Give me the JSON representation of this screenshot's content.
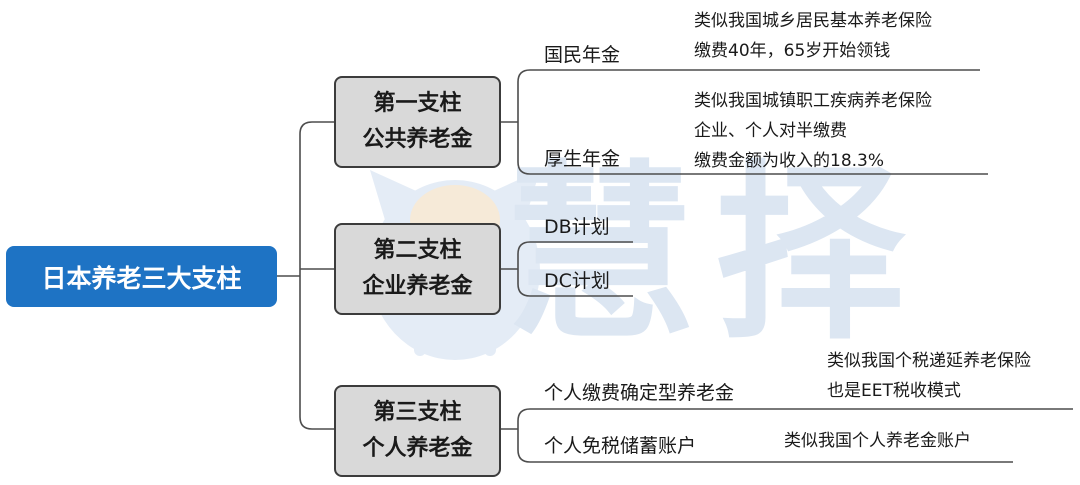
{
  "root": {
    "label": "日本养老三大支柱"
  },
  "pillars": [
    {
      "line1": "第一支柱",
      "line2": "公共养老金"
    },
    {
      "line1": "第二支柱",
      "line2": "企业养老金"
    },
    {
      "line1": "第三支柱",
      "line2": "个人养老金"
    }
  ],
  "leaves": {
    "national_pension": "国民年金",
    "welfare_pension": "厚生年金",
    "db_plan": "DB计划",
    "dc_plan": "DC计划",
    "personal_dc": "个人缴费确定型养老金",
    "tax_free_savings": "个人免税储蓄账户"
  },
  "notes": {
    "national_pension": [
      "类似我国城乡居民基本养老保险",
      "缴费40年，65岁开始领钱"
    ],
    "welfare_pension": [
      "类似我国城镇职工疾病养老保险",
      "企业、个人对半缴费",
      "缴费金额为收入的18.3%"
    ],
    "personal_dc": [
      "类似我国个税递延养老保险",
      "也是EET税收模式"
    ],
    "tax_free_savings": [
      "类似我国个人养老金账户"
    ]
  },
  "watermark": {
    "text": "慧择",
    "color": "#dce6f2"
  },
  "colors": {
    "root_fill": "#1e73c4",
    "pillar_fill": "#d9d9d9",
    "line": "#4d4d4d"
  }
}
